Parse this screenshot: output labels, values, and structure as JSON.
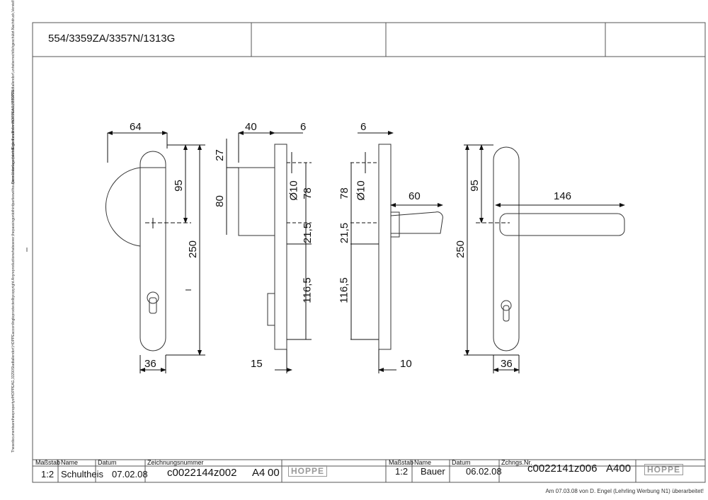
{
  "header": {
    "article": "554/3359ZA/3357N/1313G"
  },
  "side_text": {
    "top": "DieseUnterlagenbleibtEigentumderfirmHOPPEAG,33290Stadtallendorf,unheberrechtlichgeschützt.Nachdruck,Vervielfältigung,Weitergabe/DritteAufgabejedweder.BeidenAnwenderdürfenfürdieBearbeitungnichtohneZustimmungvonHOPPE",
    "bottom": "ThesedocumentsaretheepropertyofHOPPEAG,33290Stadtallendorf,HOPPEaccordingtoproctectedbycopyright.Anyreproductionwhatsoever,thepassingontothirdpartieswithoutpermissionisnotpermittedwithoutthewrittenconsentofHOPPE"
  },
  "dimensions": {
    "left_view": {
      "width_top": "64",
      "height_upper": "95",
      "height_total": "250",
      "width_bottom": "36"
    },
    "side_view_1": {
      "rose_depth": "40",
      "plate_thk": "6",
      "top_offset": "27",
      "rose_height": "80",
      "dia": "Ø10",
      "upper": "78",
      "middle": "21,5",
      "lower": "116,5",
      "bottom": "15"
    },
    "side_view_2": {
      "plate_thk": "6",
      "dia": "Ø10",
      "upper": "78",
      "middle": "21,5",
      "lower": "116,5",
      "lever_len": "60",
      "bottom": "10"
    },
    "right_view": {
      "height_upper": "95",
      "height_total": "250",
      "lever_len": "146",
      "width_bottom": "36"
    }
  },
  "title_block_left": {
    "scale_label": "Maßstab",
    "name_label": "Name",
    "date_label": "Datum",
    "drawing_label": "Zeichnungsnummer",
    "scale": "1:2",
    "name": "Schultheis",
    "date": "07.02.08",
    "drawing_no": "c0022144z002",
    "format": "A4",
    "rev": "00",
    "logo": "HOPPE"
  },
  "title_block_right": {
    "scale_label": "Maßstab",
    "name_label": "Name",
    "date_label": "Datum",
    "drawing_label": "Zchngs.Nr.",
    "scale": "1:2",
    "name": "Bauer",
    "date": "06.02.08",
    "drawing_no": "c0022141z006",
    "format": "A400",
    "logo": "HOPPE"
  },
  "footer_note": "Am 07.03.08 von D. Engel (Lehrling Werbung N1) überarbeitet!",
  "colors": {
    "line": "#333333",
    "frame": "#555555",
    "paper": "#ffffff"
  }
}
